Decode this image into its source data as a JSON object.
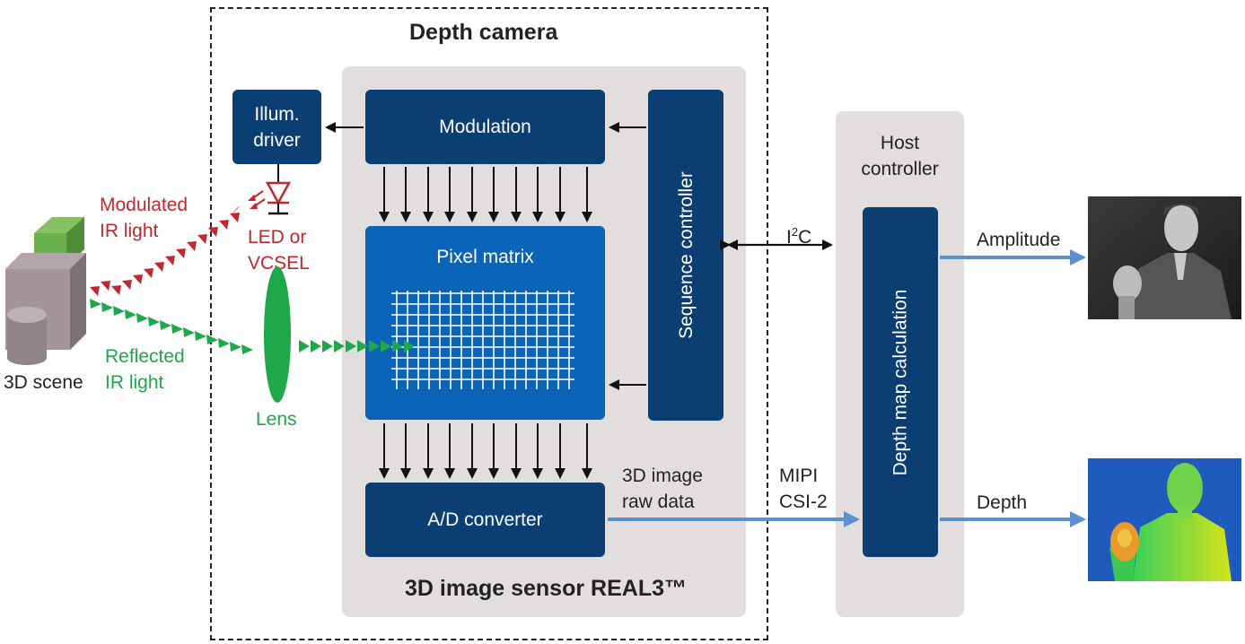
{
  "depth_camera": {
    "title": "Depth camera"
  },
  "sensor": {
    "title": "3D image sensor REAL3™"
  },
  "blocks": {
    "illum_driver": [
      "Illum.",
      "driver"
    ],
    "modulation": "Modulation",
    "pixel_matrix": "Pixel matrix",
    "sequence_controller": "Sequence controller",
    "ad_converter": "A/D converter",
    "depth_map": "Depth map calculation"
  },
  "host": [
    "Host",
    "controller"
  ],
  "labels": {
    "modulated_ir": [
      "Modulated",
      "IR light"
    ],
    "reflected_ir": [
      "Reflected",
      "IR light"
    ],
    "led_vcsel": [
      "LED or",
      "VCSEL"
    ],
    "lens": "Lens",
    "scene": "3D scene",
    "i2c_main": "I",
    "i2c_sup": "2",
    "i2c_end": "C",
    "raw_data": [
      "3D image",
      "raw data"
    ],
    "mipi": [
      "MIPI",
      "CSI-2"
    ],
    "amplitude": "Amplitude",
    "depth": "Depth"
  },
  "colors": {
    "dark_blue": "#0b3f74",
    "pixel_blue": "#0a64b8",
    "red": "#c0282e",
    "green": "#1fa84a",
    "arrow_blue": "#5b8fd0",
    "grey_panel": "#e2dedd"
  }
}
